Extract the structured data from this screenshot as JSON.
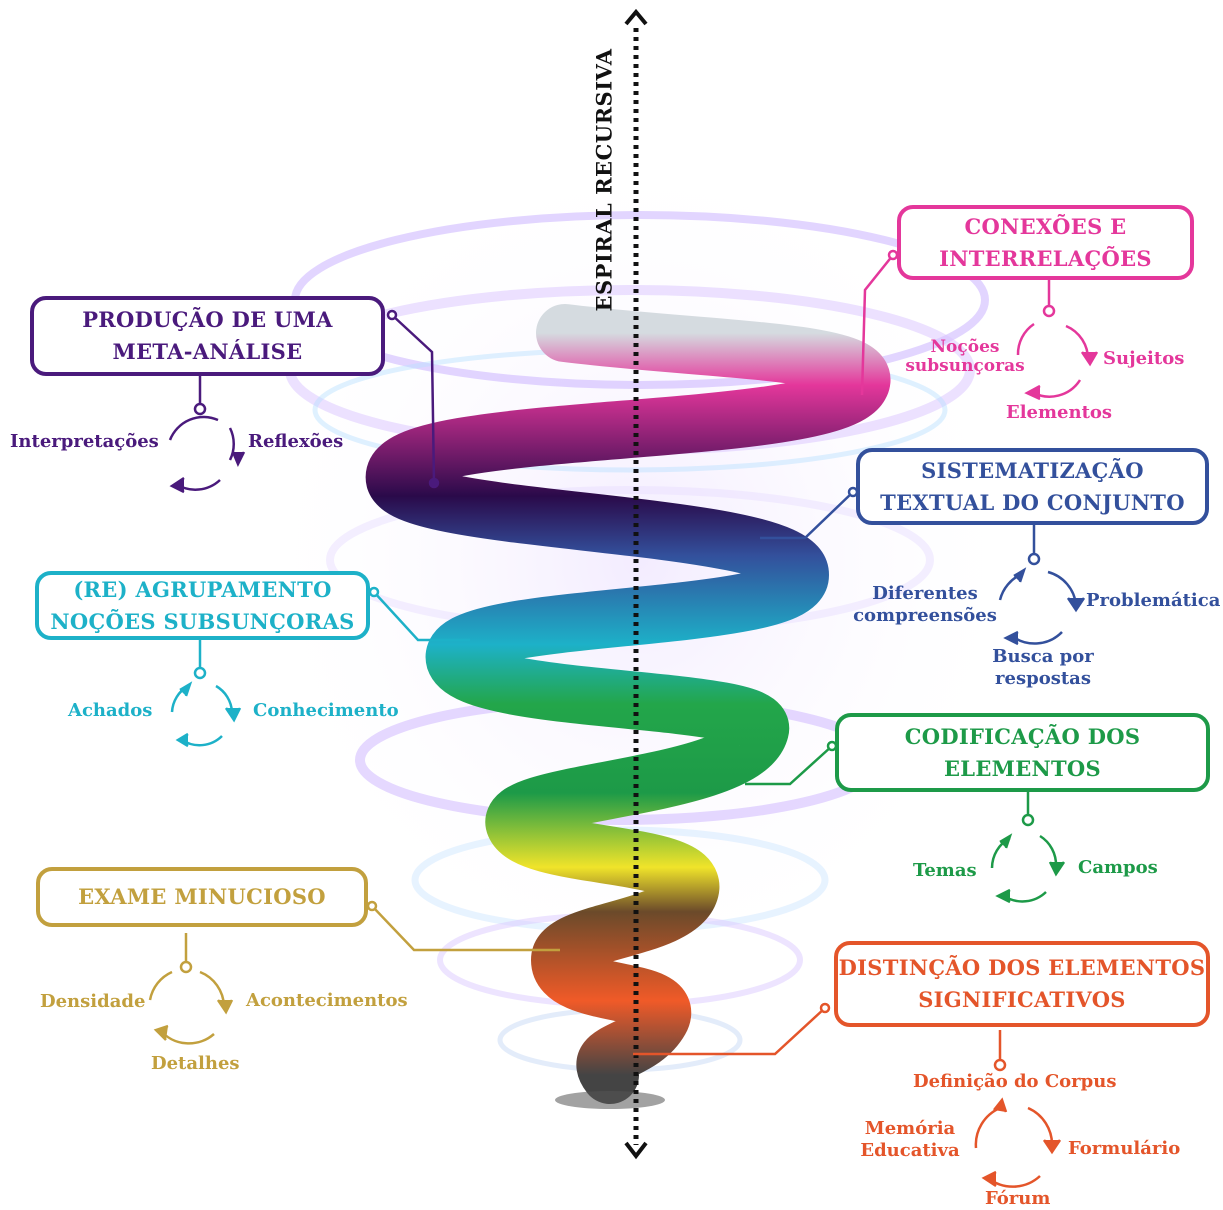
{
  "axis_label": "ESPIRAL RECURSIVA",
  "colors": {
    "purple": "#4a1a7c",
    "pink": "#e4379b",
    "navy": "#33509c",
    "cyan": "#1db1c8",
    "green": "#1d9a48",
    "gold": "#c2a03e",
    "orange": "#e4552a"
  },
  "stages": [
    {
      "id": "meta",
      "title": [
        "PRODUÇÃO DE UMA",
        "META-ANÁLISE"
      ],
      "items": [
        "Interpretações",
        "Reflexões"
      ]
    },
    {
      "id": "conexoes",
      "title": [
        "CONEXÕES E",
        "INTERRELAÇÕES"
      ],
      "items": [
        "Noções",
        "subsunçoras",
        "Sujeitos",
        "Elementos"
      ]
    },
    {
      "id": "sistematizacao",
      "title": [
        "SISTEMATIZAÇÃO",
        "TEXTUAL DO CONJUNTO"
      ],
      "items": [
        "Diferentes",
        "compreensões",
        "Problemática",
        "Busca por",
        "respostas"
      ]
    },
    {
      "id": "agrupamento",
      "title": [
        "(RE) AGRUPAMENTO",
        "NOÇÕES SUBSUNÇORAS"
      ],
      "items": [
        "Achados",
        "Conhecimento"
      ]
    },
    {
      "id": "codificacao",
      "title": [
        "CODIFICAÇÃO DOS",
        "ELEMENTOS"
      ],
      "items": [
        "Temas",
        "Campos"
      ]
    },
    {
      "id": "exame",
      "title": [
        "EXAME MINUCIOSO"
      ],
      "items": [
        "Densidade",
        "Acontecimentos",
        "Detalhes"
      ]
    },
    {
      "id": "distincao",
      "title": [
        "DISTINÇÃO DOS ELEMENTOS",
        "SIGNIFICATIVOS"
      ],
      "items": [
        "Definição do Corpus",
        "Memória",
        "Educativa",
        "Formulário",
        "Fórum"
      ]
    }
  ]
}
